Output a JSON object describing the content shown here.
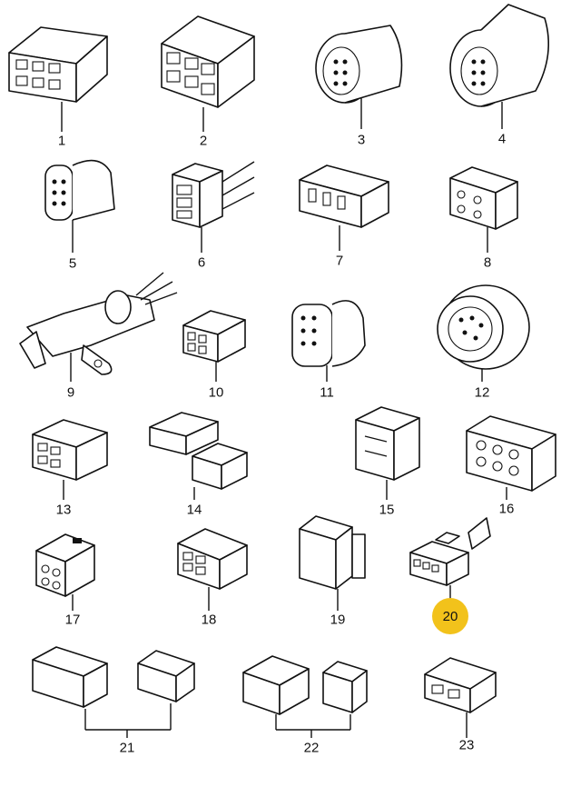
{
  "parts": [
    {
      "label": "1"
    },
    {
      "label": "2"
    },
    {
      "label": "3"
    },
    {
      "label": "4"
    },
    {
      "label": "5"
    },
    {
      "label": "6"
    },
    {
      "label": "7"
    },
    {
      "label": "8"
    },
    {
      "label": "9"
    },
    {
      "label": "10"
    },
    {
      "label": "11"
    },
    {
      "label": "12"
    },
    {
      "label": "13"
    },
    {
      "label": "14"
    },
    {
      "label": "15"
    },
    {
      "label": "16"
    },
    {
      "label": "17"
    },
    {
      "label": "18"
    },
    {
      "label": "19"
    },
    {
      "label": "20"
    },
    {
      "label": "21"
    },
    {
      "label": "22"
    },
    {
      "label": "23"
    }
  ],
  "highlighted_part": "20",
  "colors": {
    "highlight": "#F2C21B",
    "line": "#111111",
    "background": "#FFFFFF"
  }
}
